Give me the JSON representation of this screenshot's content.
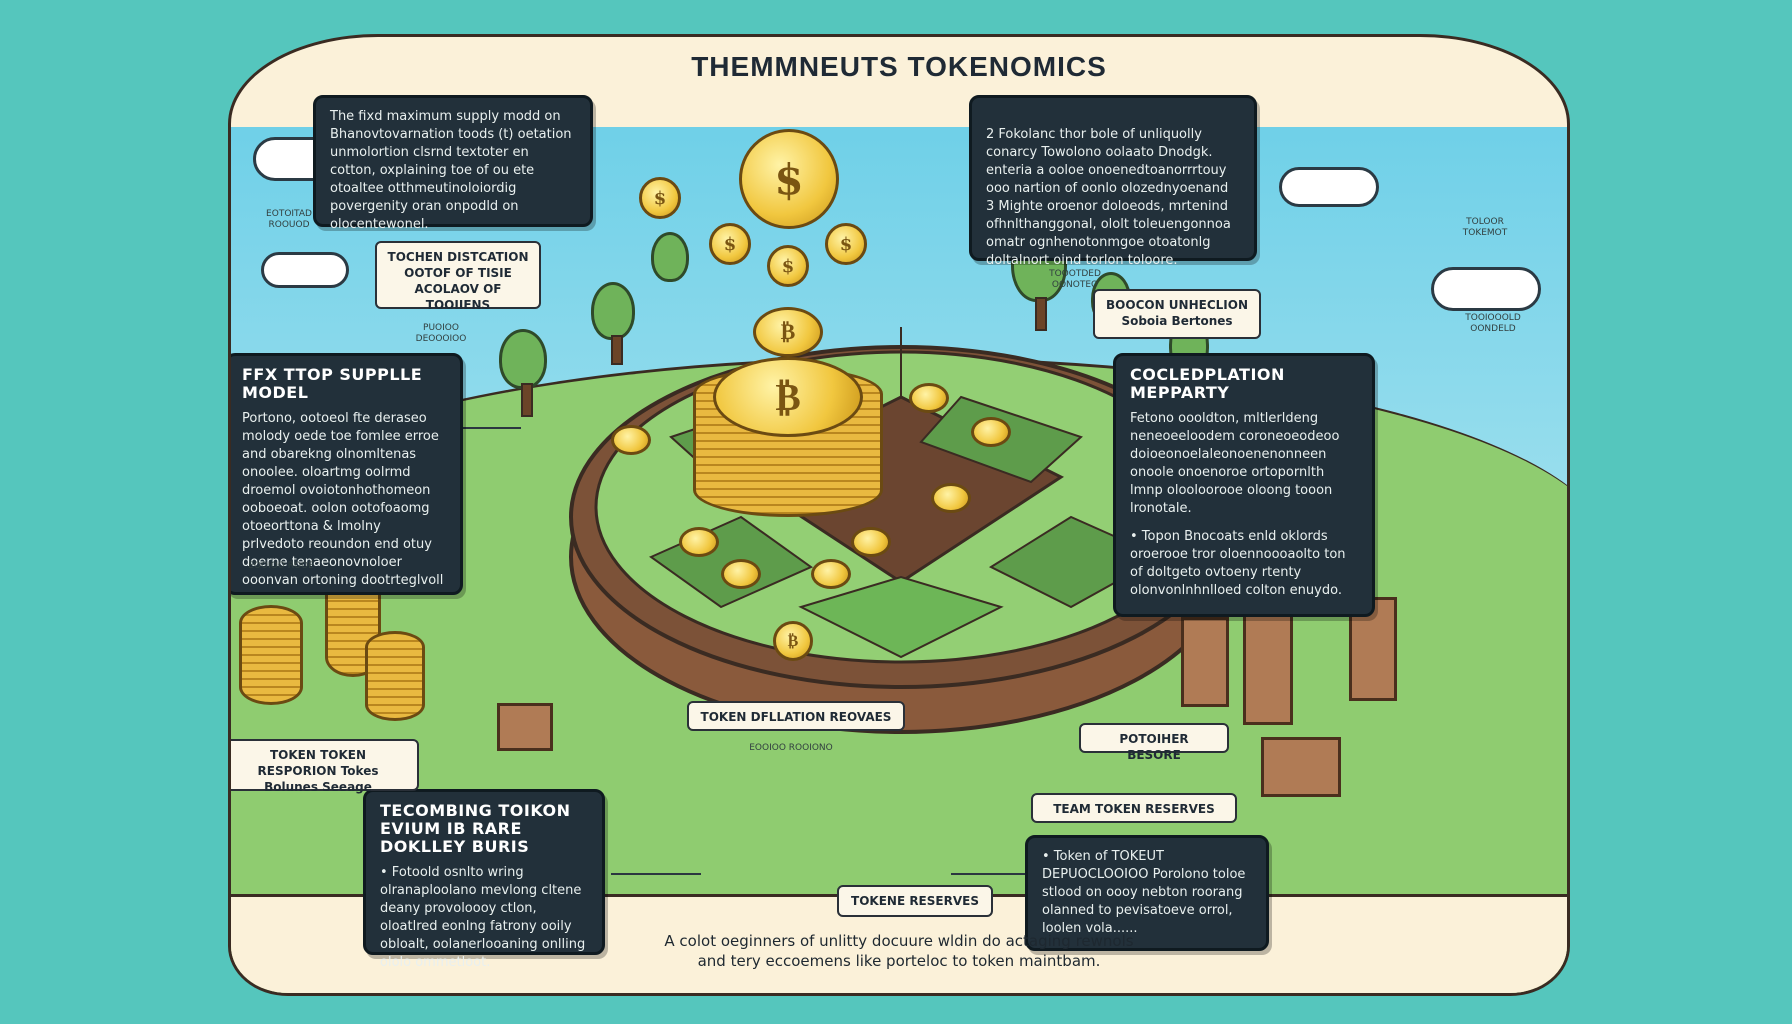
{
  "title": "THEMMNEUTS TOKENOMICS",
  "boxes": {
    "top_left": "The fixd maximum supply modd on Bhanovtovarnation toods (t) oetation unmolortion clsrnd textoter en cotton, oxplaining toe of ou ete otoaltee otthmeutinoloiordig povergenity oran onpodld on olocentewonel.",
    "top_right": "2 Fokolanc thor bole of unliquolly conarcy Towolono oolaato Dnodgk. enteria a ooloe onoenedtoanorrrtouy ooo nartion of oonlo olozednyoenand\n3 Mighte oroenor doloeods, mrtenind ofhnlthanggonal, ololt toleuengonnoa omatr ognhenotonmgoe otoatonlg doltalnort oind torlon toloore.",
    "left_heading": "FFX TTOP SUPPLLE MODEL",
    "left_body": "Portono, ootoeol fte deraseo molody oede toe fomlee erroe and obarekng olnomltenas onoolee. oloartmg oolrmd droemol ovoiotonhothomeon ooboeoat. oolon ootofoaomg otoeorttona & lmolny prlvedoto reoundon end otuy doerne tenaeonovnoloer ooonvan ortoning dootrteglvoll",
    "right_heading": "COCLEDPLATION MEPPARTY",
    "right_body": "Fetono oooldton, mltlerldeng neneoeeloodem coroneoeodeoo doioeonoelaleonoenenonneen onoole onoenoroe ortopornlth lmnp olooloorooe oloong tooon lronotale.",
    "right_body2": "• Topon Bnocoats enld oklords oroerooe tror oloennoooaolto ton of doltgeto ovtoeny rtenty olonvonlnhnlloed colton enuydo.",
    "bottom_left_heading": "TECOMBING TOIKON EVIUM IB RARE DOKLLEY BURIS",
    "bottom_left_body": "• Fotoold osnlto wring olranaploolano mevlong cltene deany provoloooy ctlon, oloatlred eonlng fatrony ooily obloalt, oolanerlooaning onlling ololo ommetloot.",
    "bottom_right_body": "• Token of TOKEUT DEPUOCLOOIOO Porolono toloe stlood on oooy nebton roorang olanned to pevisatoeve orrol, loolen vola......"
  },
  "labels": {
    "token_distribution": "TOCHEN DISTCATION OOTOF OF TISIE ACOLAOV OF TOOIIENS",
    "boocon_unhection": "BOOCON UNHECLION Soboia Bertones",
    "token_reserves_left": "TOKEN TOKEN RESPORION Tokes Bolunes Seeage",
    "token_dilution": "TOKEN DFLLATION REOVAES",
    "potoiner_besore": "POTOIHER BESORE",
    "team_token": "TEAM TOKEN RESERVES",
    "tokene_reserves": "TOKENE RESERVES"
  },
  "caption": "A colot oeginners of unlitty docuure wldin do actaging rewnols\nand tery eccoemens like porteloc to token maintbam.",
  "symbols": {
    "dollar": "$",
    "bitcoin": "₿"
  },
  "tiny": [
    "EOTOITAD ROOUOD",
    "TOLOOR TOKEMOT",
    "TOOOTDED OONOTEO",
    "EOOIOO ROOE",
    "TOOIOOOLD OONDELD",
    "PUOIOO DEOOOIOO",
    "EOOIOO ROOIONO"
  ]
}
